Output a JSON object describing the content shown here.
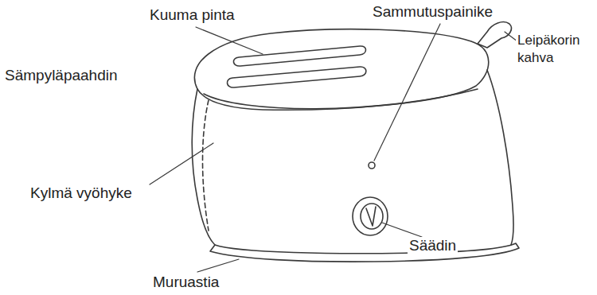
{
  "diagram": {
    "labels": [
      "Kuuma pinta",
      "Sammutuspainike",
      "Leipäkorin kahva",
      "Sämpyläpaahdin",
      "Kylmä vyöhyke",
      "Säädin",
      "Muruastia"
    ]
  }
}
